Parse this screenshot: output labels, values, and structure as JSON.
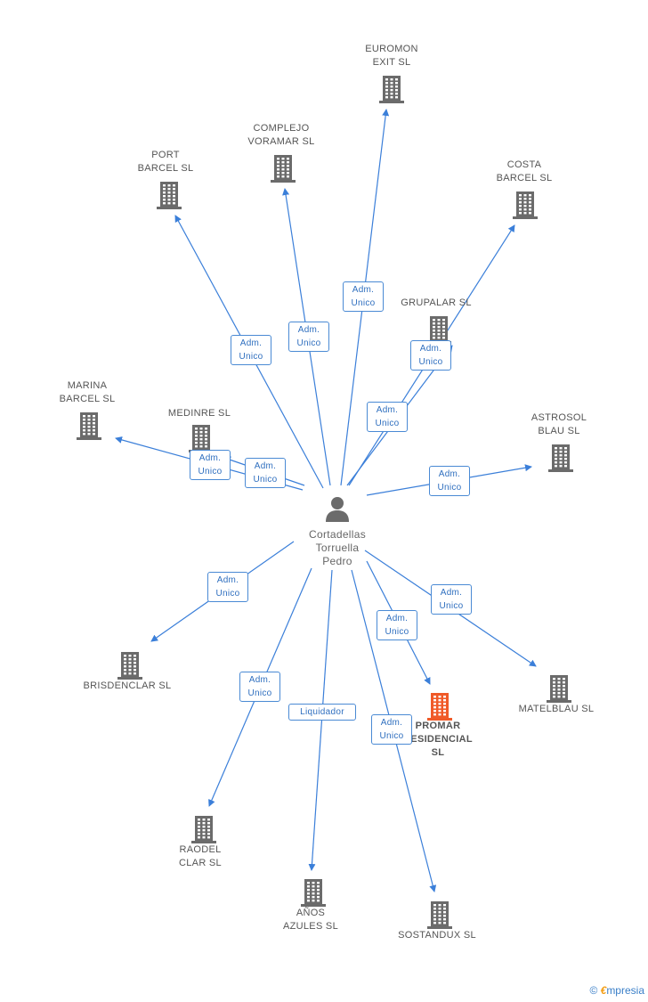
{
  "person": {
    "name": "Cortadellas\nTorruella\nPedro"
  },
  "colors": {
    "edge": "#3b7fd9",
    "company": "#6b6b6b",
    "highlight": "#f05a28",
    "label_text": "#2f6fbf"
  },
  "companies": [
    {
      "id": "euromon",
      "name": "EUROMON\nEXIT  SL"
    },
    {
      "id": "complejo",
      "name": "COMPLEJO\nVORAMAR  SL"
    },
    {
      "id": "port",
      "name": "PORT\nBARCEL  SL"
    },
    {
      "id": "costa",
      "name": "COSTA\nBARCEL  SL"
    },
    {
      "id": "grupalar",
      "name": "GRUPALAR SL"
    },
    {
      "id": "marina",
      "name": "MARINA\nBARCEL SL"
    },
    {
      "id": "medinre",
      "name": "MEDINRE SL"
    },
    {
      "id": "astrosol",
      "name": "ASTROSOL\nBLAU SL"
    },
    {
      "id": "brisdenclar",
      "name": "BRISDENCLAR SL"
    },
    {
      "id": "promar",
      "name": "PROMAR\nRESIDENCIAL\nSL",
      "highlight": true
    },
    {
      "id": "matelblau",
      "name": "MATELBLAU SL"
    },
    {
      "id": "raodel",
      "name": "RAODEL\nCLAR SL"
    },
    {
      "id": "anos",
      "name": "AÑOS\nAZULES SL"
    },
    {
      "id": "sostandux",
      "name": "SOSTANDUX SL"
    }
  ],
  "relations": [
    {
      "target": "euromon",
      "label": "Adm.\nUnico"
    },
    {
      "target": "complejo",
      "label": "Adm.\nUnico"
    },
    {
      "target": "port",
      "label": "Adm.\nUnico"
    },
    {
      "target": "costa",
      "label": "Adm.\nUnico"
    },
    {
      "target": "grupalar",
      "label": "Adm.\nUnico"
    },
    {
      "target": "marina",
      "label": "Adm.\nUnico"
    },
    {
      "target": "medinre",
      "label": "Adm.\nUnico"
    },
    {
      "target": "astrosol",
      "label": "Adm.\nUnico"
    },
    {
      "target": "brisdenclar",
      "label": "Adm.\nUnico"
    },
    {
      "target": "promar",
      "label": "Adm.\nUnico"
    },
    {
      "target": "matelblau",
      "label": "Adm.\nUnico"
    },
    {
      "target": "raodel",
      "label": "Adm.\nUnico"
    },
    {
      "target": "anos",
      "label": "Liquidador"
    },
    {
      "target": "sostandux",
      "label": "Adm.\nUnico"
    }
  ],
  "brand": {
    "copyright": "©",
    "e": "€",
    "rest": "mpresia"
  }
}
